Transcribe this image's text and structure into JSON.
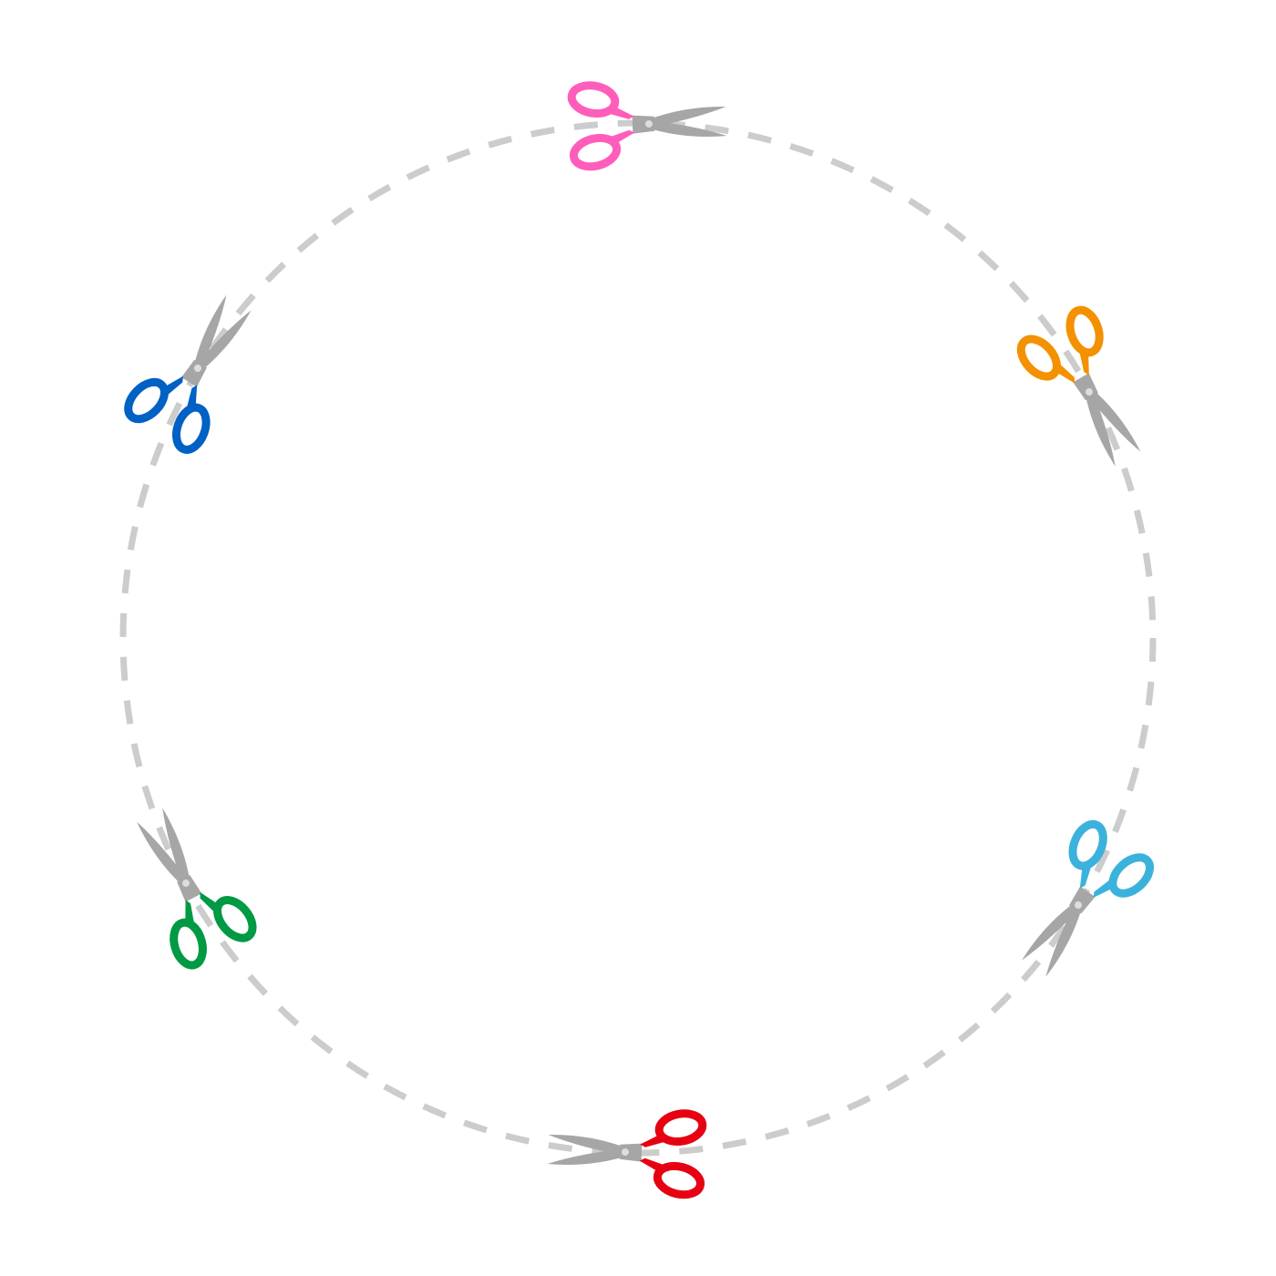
{
  "ring": {
    "style": "dashed",
    "color": "#cccccc"
  },
  "scissors": [
    {
      "name": "scissors-pink-icon",
      "position": "top",
      "handle_color": "#ff5dbb",
      "blade_color": "#a6a6a6"
    },
    {
      "name": "scissors-orange-icon",
      "position": "upper-right",
      "handle_color": "#f39100",
      "blade_color": "#a6a6a6"
    },
    {
      "name": "scissors-cyan-icon",
      "position": "lower-right",
      "handle_color": "#3bb2dc",
      "blade_color": "#a6a6a6"
    },
    {
      "name": "scissors-red-icon",
      "position": "bottom",
      "handle_color": "#e60012",
      "blade_color": "#a6a6a6"
    },
    {
      "name": "scissors-green-icon",
      "position": "lower-left",
      "handle_color": "#009944",
      "blade_color": "#a6a6a6"
    },
    {
      "name": "scissors-blue-icon",
      "position": "upper-left",
      "handle_color": "#0061c4",
      "blade_color": "#a6a6a6"
    }
  ]
}
